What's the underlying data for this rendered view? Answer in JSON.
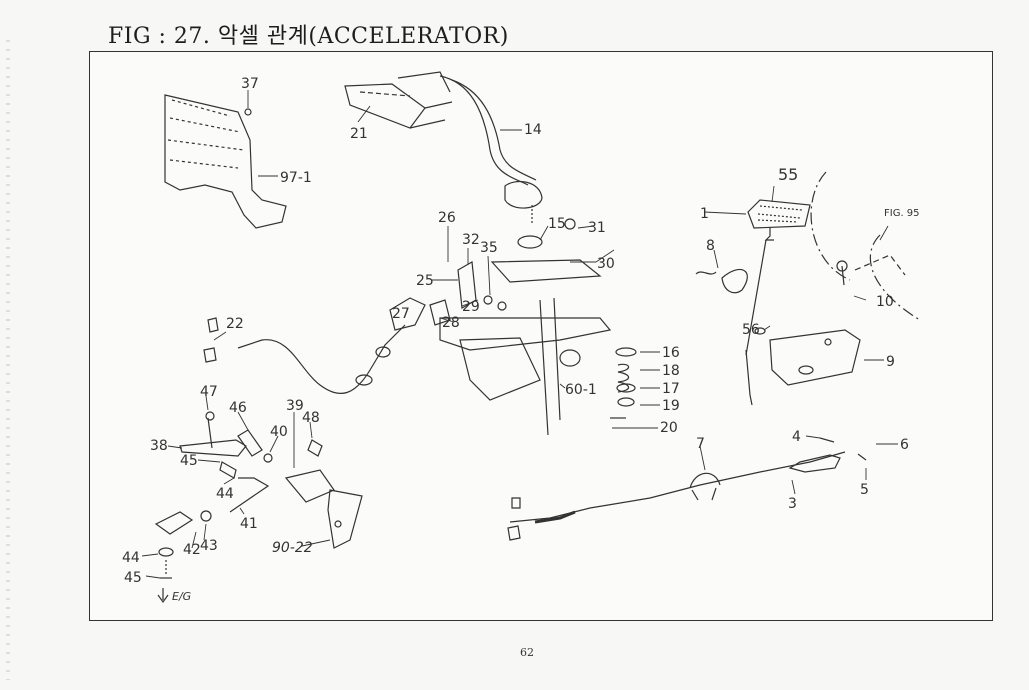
{
  "title": "FIG : 27. 악셀 관계(ACCELERATOR)",
  "page_number": "62",
  "reference": "FIG. 95",
  "direction_label": "E/G",
  "part_labels": {
    "p37": "37",
    "p97_1": "97-1",
    "p21": "21",
    "p14": "14",
    "p26": "26",
    "p32": "32",
    "p35": "35",
    "p15": "15",
    "p31": "31",
    "p30": "30",
    "p25": "25",
    "p29": "29",
    "p27": "27",
    "p28": "28",
    "p22": "22",
    "p60_1": "60-1",
    "p16": "16",
    "p18": "18",
    "p17": "17",
    "p19": "19",
    "p20": "20",
    "p55": "55",
    "p1": "1",
    "p8": "8",
    "p56": "56",
    "p10": "10",
    "p9": "9",
    "p47": "47",
    "p46": "46",
    "p39": "39",
    "p48": "48",
    "p40": "40",
    "p38": "38",
    "p45a": "45",
    "p44a": "44",
    "p41": "41",
    "p42": "42",
    "p43": "43",
    "p44b": "44",
    "p45b": "45",
    "p90_22": "90-22",
    "p7": "7",
    "p4": "4",
    "p6": "6",
    "p5": "5",
    "p3": "3"
  }
}
